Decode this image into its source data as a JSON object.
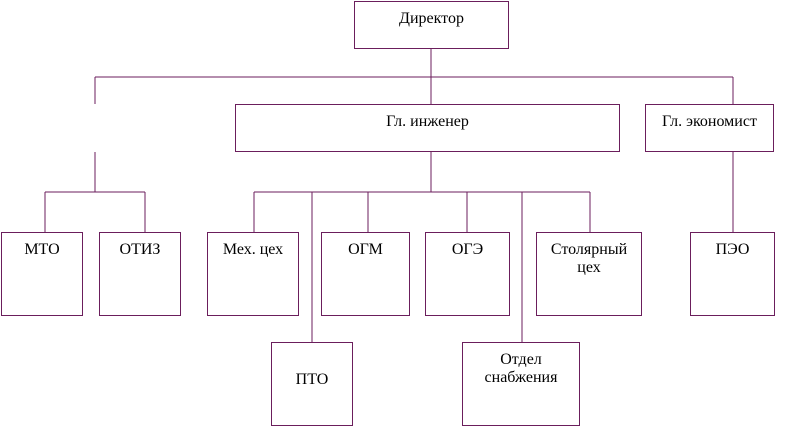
{
  "diagram": {
    "line_color": "#6b1e5c",
    "nodes": {
      "director": [
        "Директор"
      ],
      "chief_engineer": [
        "Гл. инженер"
      ],
      "chief_economist": [
        "Гл. экономист"
      ],
      "mto": [
        "МТО"
      ],
      "otiz": [
        "ОТИЗ"
      ],
      "mech_shop": [
        "Мех. цех"
      ],
      "ogm": [
        "ОГМ"
      ],
      "oge": [
        "ОГЭ"
      ],
      "carpentry_shop": [
        "Столярный",
        "цех"
      ],
      "peo": [
        "ПЭО"
      ],
      "pto": [
        "ПТО"
      ],
      "supply_dept": [
        "Отдел",
        "снабжения"
      ]
    }
  }
}
